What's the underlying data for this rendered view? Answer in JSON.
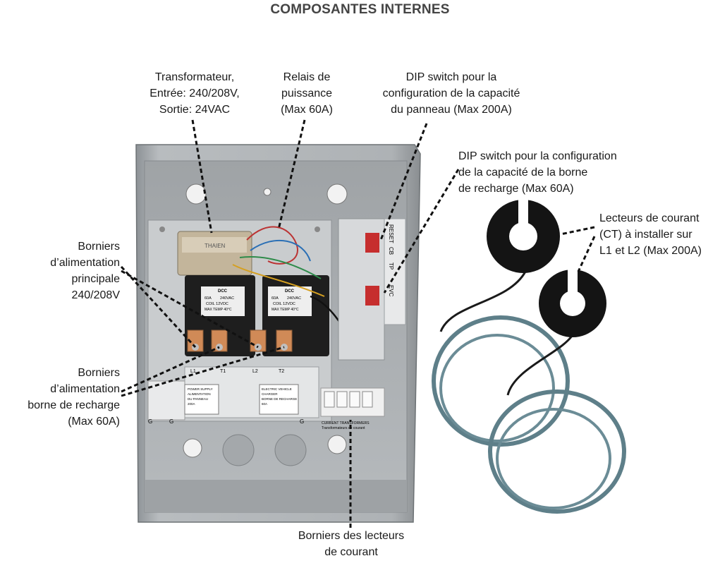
{
  "title": "COMPOSANTES INTERNES",
  "callouts": {
    "transformer": [
      "Transformateur,",
      "Entrée: 240/208V,",
      "Sortie: 24VAC"
    ],
    "relay": [
      "Relais de",
      "puissance",
      "(Max 60A)"
    ],
    "dip_panel": [
      "DIP switch pour la",
      "configuration de la capacité",
      "du panneau (Max 200A)"
    ],
    "dip_charger": [
      "DIP switch pour la configuration",
      "de la capacité de la borne",
      "de recharge (Max 60A)"
    ],
    "ct_readers": [
      "Lecteurs de courant",
      "(CT) à installer sur",
      "L1 et L2 (Max 200A)"
    ],
    "main_terminals": [
      "Borniers",
      "d’alimentation",
      "principale",
      "240/208V"
    ],
    "charger_terminals": [
      "Borniers",
      "d’alimentation",
      "borne de recharge",
      "(Max 60A)"
    ],
    "ct_terminals": [
      "Borniers des lecteurs",
      "de courant"
    ]
  },
  "device_labels": {
    "relay_brand": "DCC",
    "relay_rating": "60A",
    "relay_voltage": "240VAC",
    "relay_coil": "COIL 12VDC",
    "relay_temp": "MAX TEMP 40°C",
    "transformer_brand": "THAIEN",
    "dip_labels": [
      "RESET",
      "CB",
      "TP",
      "EVC"
    ],
    "terminal_tags": [
      "L1",
      "L2",
      "T1",
      "T2"
    ],
    "power_supply": [
      "POWER SUPPLY",
      "ALIMENTATION",
      "DU PANNEAU",
      "200A"
    ],
    "ev_charger": [
      "ELECTRIC VEHICLE",
      "CHARGER",
      "BORNE DE RECHARGE",
      "60A"
    ],
    "current_transformers": [
      "CURRENT TRANSFORMERS",
      "Transformateurs de courant"
    ],
    "ground": "G"
  },
  "colors": {
    "enclosure": "#a9adb0",
    "relay": "#1e1e1e",
    "cable": "#5e7f89",
    "ct_clamp": "#141414"
  }
}
